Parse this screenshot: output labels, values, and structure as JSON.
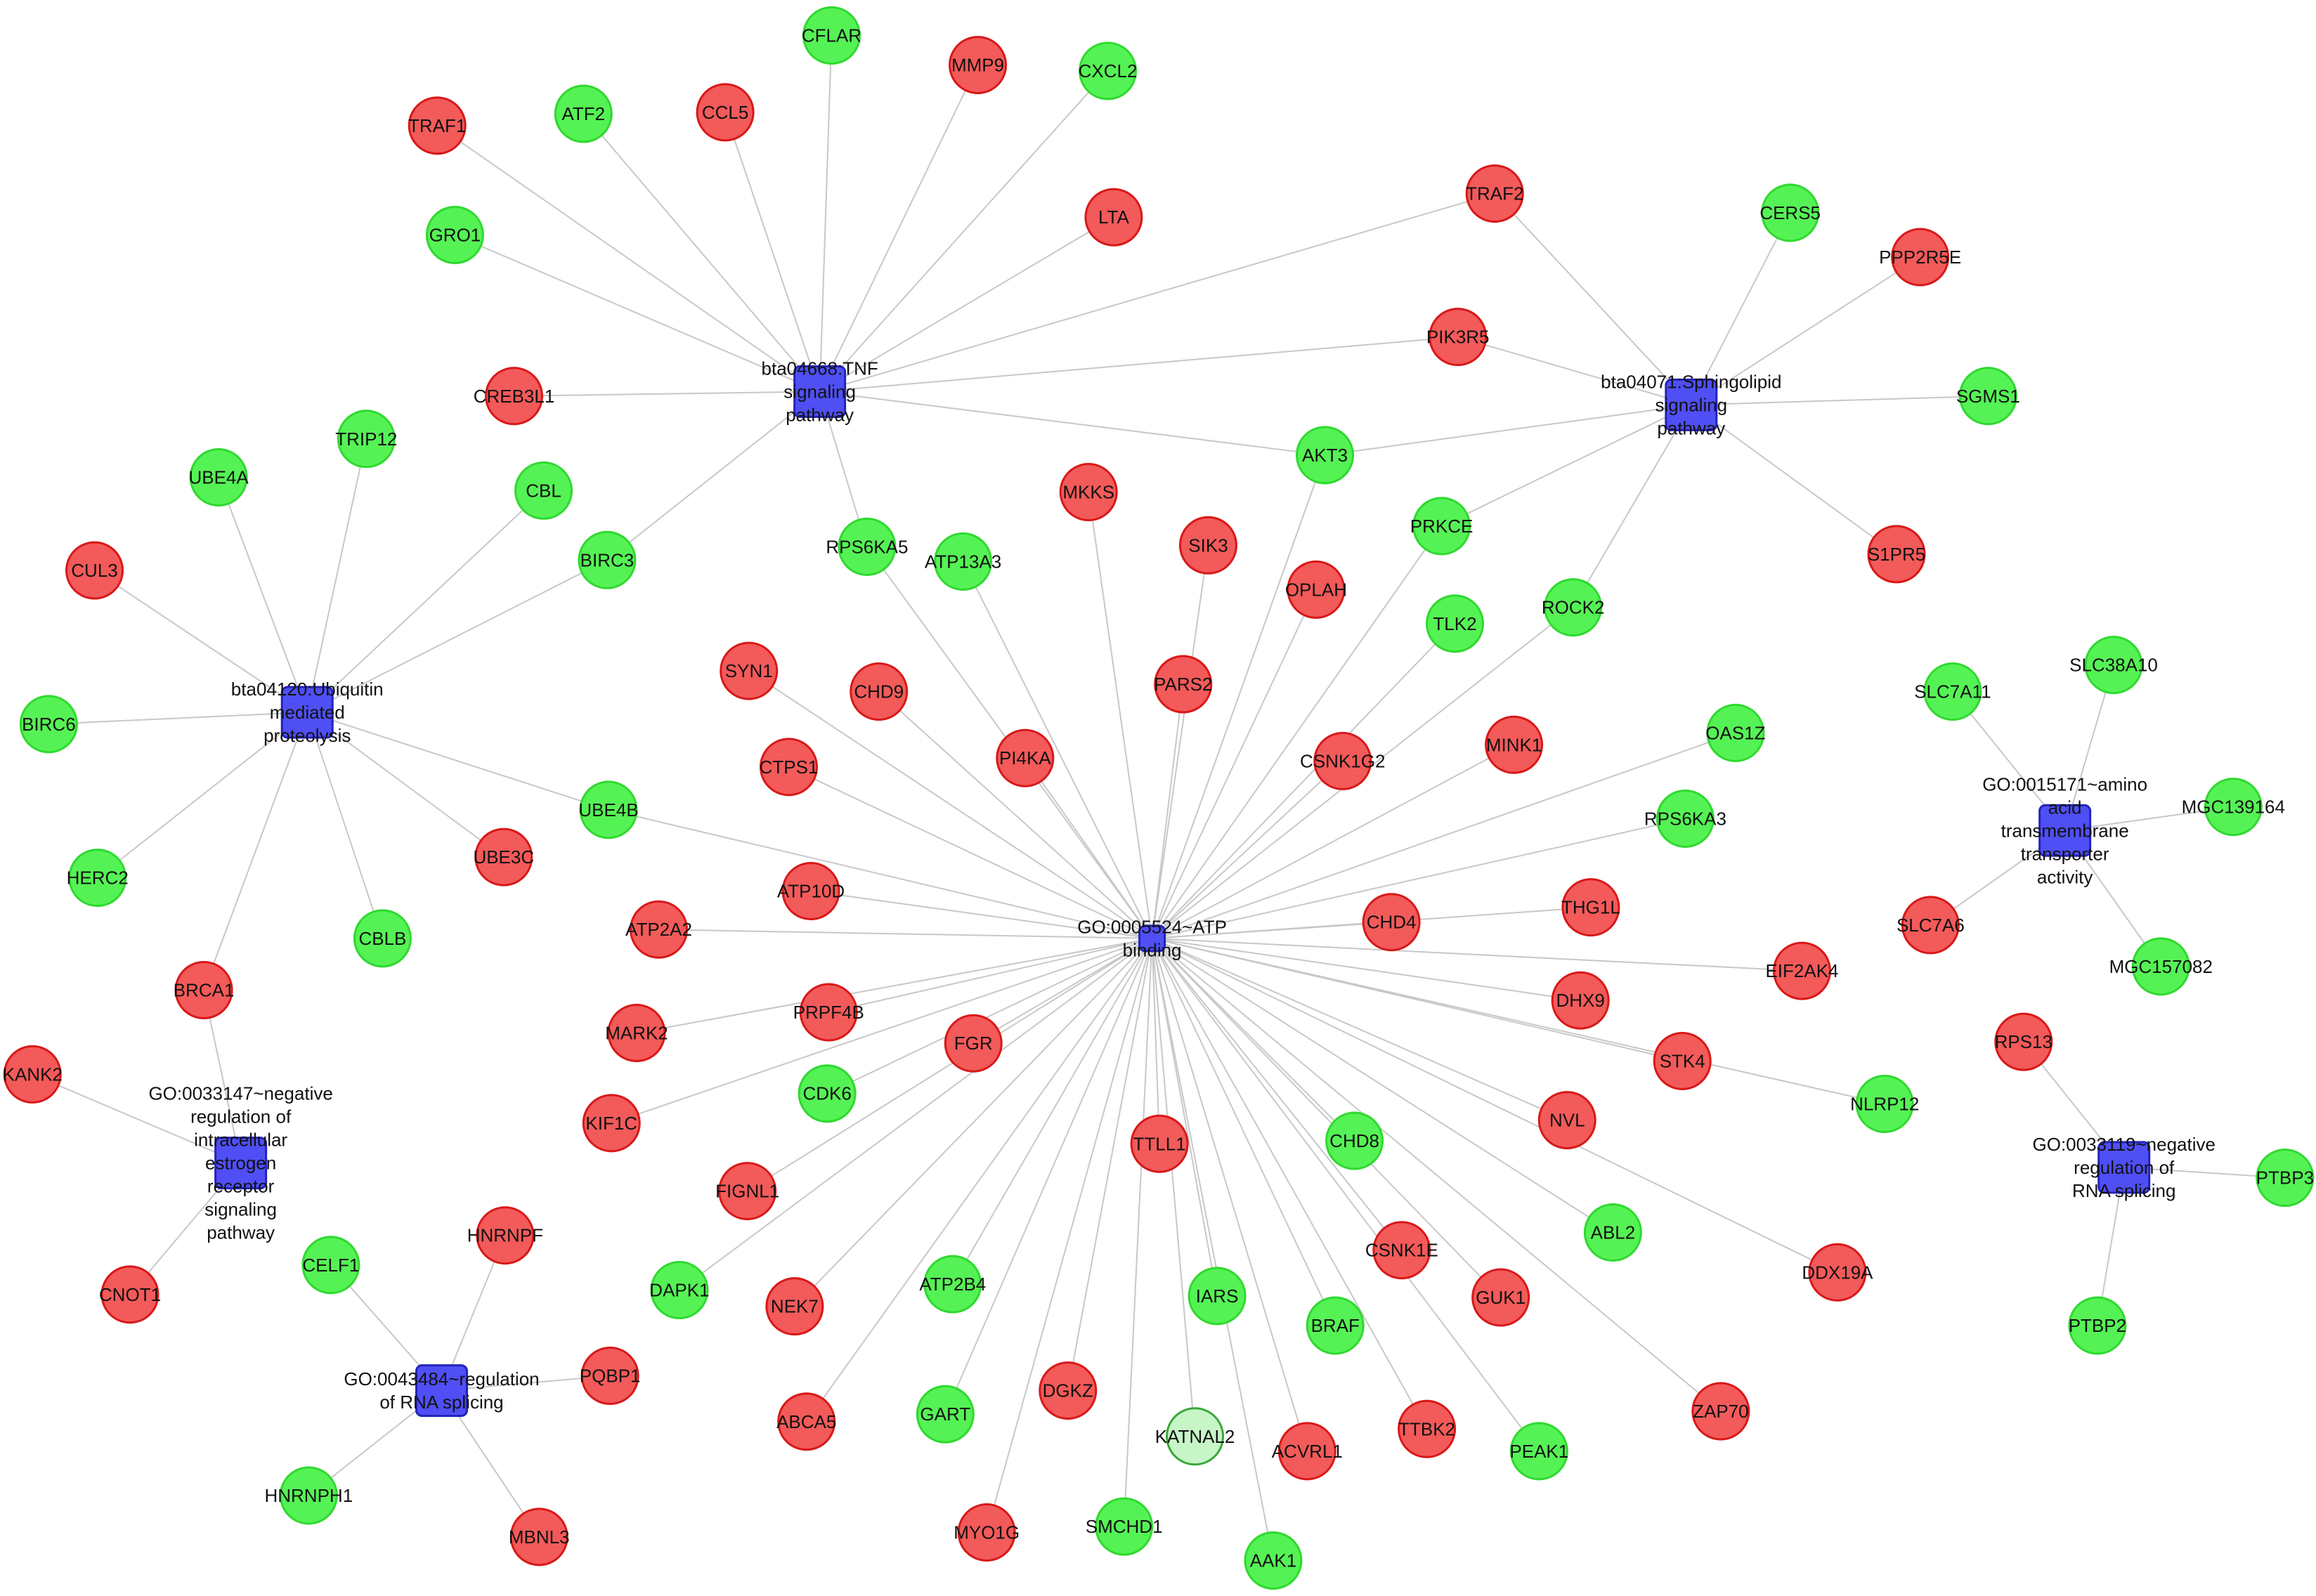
{
  "colors": {
    "red": "#f35a5a",
    "red_stroke": "#d81818",
    "green": "#55f255",
    "green_stroke": "#2fd92f",
    "pale": "#c8f5c8",
    "pale_stroke": "#3aa83a",
    "hub": "#4f4ff5",
    "hub_stroke": "#2323b8",
    "edge": "#c8c8c8"
  },
  "hubs": [
    {
      "id": "atp",
      "label": [
        "GO:0005524~ATP",
        "binding"
      ],
      "size": "small"
    },
    {
      "id": "tnf",
      "label": [
        "bta04668:TNF",
        "signaling",
        "pathway"
      ],
      "size": "large"
    },
    {
      "id": "sph",
      "label": [
        "bta04071:Sphingolipid",
        "signaling",
        "pathway"
      ],
      "size": "large"
    },
    {
      "id": "ubq",
      "label": [
        "bta04120:Ubiquitin",
        "mediated",
        "proteolysis"
      ],
      "size": "large"
    },
    {
      "id": "est",
      "label": [
        "GO:0033147~negative",
        "regulation of",
        "intracellular",
        "estrogen",
        "receptor",
        "signaling",
        "pathway"
      ],
      "size": "large"
    },
    {
      "id": "rna",
      "label": [
        "GO:0043484~regulation",
        "of RNA splicing"
      ],
      "size": "large"
    },
    {
      "id": "amino",
      "label": [
        "GO:0015171~amino",
        "acid",
        "transmembrane",
        "transporter",
        "activity"
      ],
      "size": "large"
    },
    {
      "id": "negrna",
      "label": [
        "GO:0033119~negative",
        "regulation of",
        "RNA splicing"
      ],
      "size": "large"
    }
  ],
  "genes": [
    {
      "label": "CFLAR",
      "color": "green"
    },
    {
      "label": "MMP9",
      "color": "red"
    },
    {
      "label": "CXCL2",
      "color": "green"
    },
    {
      "label": "TRAF1",
      "color": "red"
    },
    {
      "label": "ATF2",
      "color": "green"
    },
    {
      "label": "CCL5",
      "color": "red"
    },
    {
      "label": "LTA",
      "color": "red"
    },
    {
      "label": "GRO1",
      "color": "green"
    },
    {
      "label": "TRAF2",
      "color": "red"
    },
    {
      "label": "CERS5",
      "color": "green"
    },
    {
      "label": "PPP2R5E",
      "color": "red"
    },
    {
      "label": "PIK3R5",
      "color": "red"
    },
    {
      "label": "CREB3L1",
      "color": "red"
    },
    {
      "label": "SGMS1",
      "color": "green"
    },
    {
      "label": "TRIP12",
      "color": "green"
    },
    {
      "label": "UBE4A",
      "color": "green"
    },
    {
      "label": "CBL",
      "color": "green"
    },
    {
      "label": "AKT3",
      "color": "green"
    },
    {
      "label": "MKKS",
      "color": "red"
    },
    {
      "label": "CUL3",
      "color": "red"
    },
    {
      "label": "BIRC3",
      "color": "green"
    },
    {
      "label": "RPS6KA5",
      "color": "green"
    },
    {
      "label": "ATP13A3",
      "color": "green"
    },
    {
      "label": "SIK3",
      "color": "red"
    },
    {
      "label": "PRKCE",
      "color": "green"
    },
    {
      "label": "S1PR5",
      "color": "red"
    },
    {
      "label": "OPLAH",
      "color": "red"
    },
    {
      "label": "ROCK2",
      "color": "green"
    },
    {
      "label": "TLK2",
      "color": "green"
    },
    {
      "label": "SLC38A10",
      "color": "green"
    },
    {
      "label": "SYN1",
      "color": "red"
    },
    {
      "label": "CHD9",
      "color": "red"
    },
    {
      "label": "PARS2",
      "color": "red"
    },
    {
      "label": "SLC7A11",
      "color": "green"
    },
    {
      "label": "BIRC6",
      "color": "green"
    },
    {
      "label": "OAS1Z",
      "color": "green"
    },
    {
      "label": "MINK1",
      "color": "red"
    },
    {
      "label": "PI4KA",
      "color": "red"
    },
    {
      "label": "CSNK1G2",
      "color": "red"
    },
    {
      "label": "CTPS1",
      "color": "red"
    },
    {
      "label": "MGC139164",
      "color": "green"
    },
    {
      "label": "UBE4B",
      "color": "green"
    },
    {
      "label": "RPS6KA3",
      "color": "green"
    },
    {
      "label": "UBE3C",
      "color": "red"
    },
    {
      "label": "HERC2",
      "color": "green"
    },
    {
      "label": "ATP10D",
      "color": "red"
    },
    {
      "label": "THG1L",
      "color": "red"
    },
    {
      "label": "SLC7A6",
      "color": "red"
    },
    {
      "label": "CBLB",
      "color": "green"
    },
    {
      "label": "ATP2A2",
      "color": "red"
    },
    {
      "label": "CHD4",
      "color": "red"
    },
    {
      "label": "EIF2AK4",
      "color": "red"
    },
    {
      "label": "MGC157082",
      "color": "green"
    },
    {
      "label": "BRCA1",
      "color": "red"
    },
    {
      "label": "DHX9",
      "color": "red"
    },
    {
      "label": "MARK2",
      "color": "red"
    },
    {
      "label": "PRPF4B",
      "color": "red"
    },
    {
      "label": "RPS13",
      "color": "red"
    },
    {
      "label": "FGR",
      "color": "red"
    },
    {
      "label": "KANK2",
      "color": "red"
    },
    {
      "label": "STK4",
      "color": "red"
    },
    {
      "label": "CDK6",
      "color": "green"
    },
    {
      "label": "KIF1C",
      "color": "red"
    },
    {
      "label": "NLRP12",
      "color": "green"
    },
    {
      "label": "NVL",
      "color": "red"
    },
    {
      "label": "TTLL1",
      "color": "red"
    },
    {
      "label": "CHD8",
      "color": "green"
    },
    {
      "label": "PTBP3",
      "color": "green"
    },
    {
      "label": "FIGNL1",
      "color": "red"
    },
    {
      "label": "ABL2",
      "color": "green"
    },
    {
      "label": "HNRNPF",
      "color": "red"
    },
    {
      "label": "CELF1",
      "color": "green"
    },
    {
      "label": "DDX19A",
      "color": "red"
    },
    {
      "label": "CSNK1E",
      "color": "red"
    },
    {
      "label": "CNOT1",
      "color": "red"
    },
    {
      "label": "DAPK1",
      "color": "green"
    },
    {
      "label": "ATP2B4",
      "color": "green"
    },
    {
      "label": "IARS",
      "color": "green"
    },
    {
      "label": "GUK1",
      "color": "red"
    },
    {
      "label": "NEK7",
      "color": "red"
    },
    {
      "label": "BRAF",
      "color": "green"
    },
    {
      "label": "PTBP2",
      "color": "green"
    },
    {
      "label": "PQBP1",
      "color": "red"
    },
    {
      "label": "DGKZ",
      "color": "red"
    },
    {
      "label": "GART",
      "color": "green"
    },
    {
      "label": "KATNAL2",
      "color": "pale"
    },
    {
      "label": "ABCA5",
      "color": "red"
    },
    {
      "label": "TTBK2",
      "color": "red"
    },
    {
      "label": "ZAP70",
      "color": "red"
    },
    {
      "label": "ACVRL1",
      "color": "red"
    },
    {
      "label": "PEAK1",
      "color": "green"
    },
    {
      "label": "HNRNPH1",
      "color": "green"
    },
    {
      "label": "MBNL3",
      "color": "red"
    },
    {
      "label": "MYO1G",
      "color": "red"
    },
    {
      "label": "SMCHD1",
      "color": "green"
    },
    {
      "label": "AAK1",
      "color": "green"
    }
  ]
}
